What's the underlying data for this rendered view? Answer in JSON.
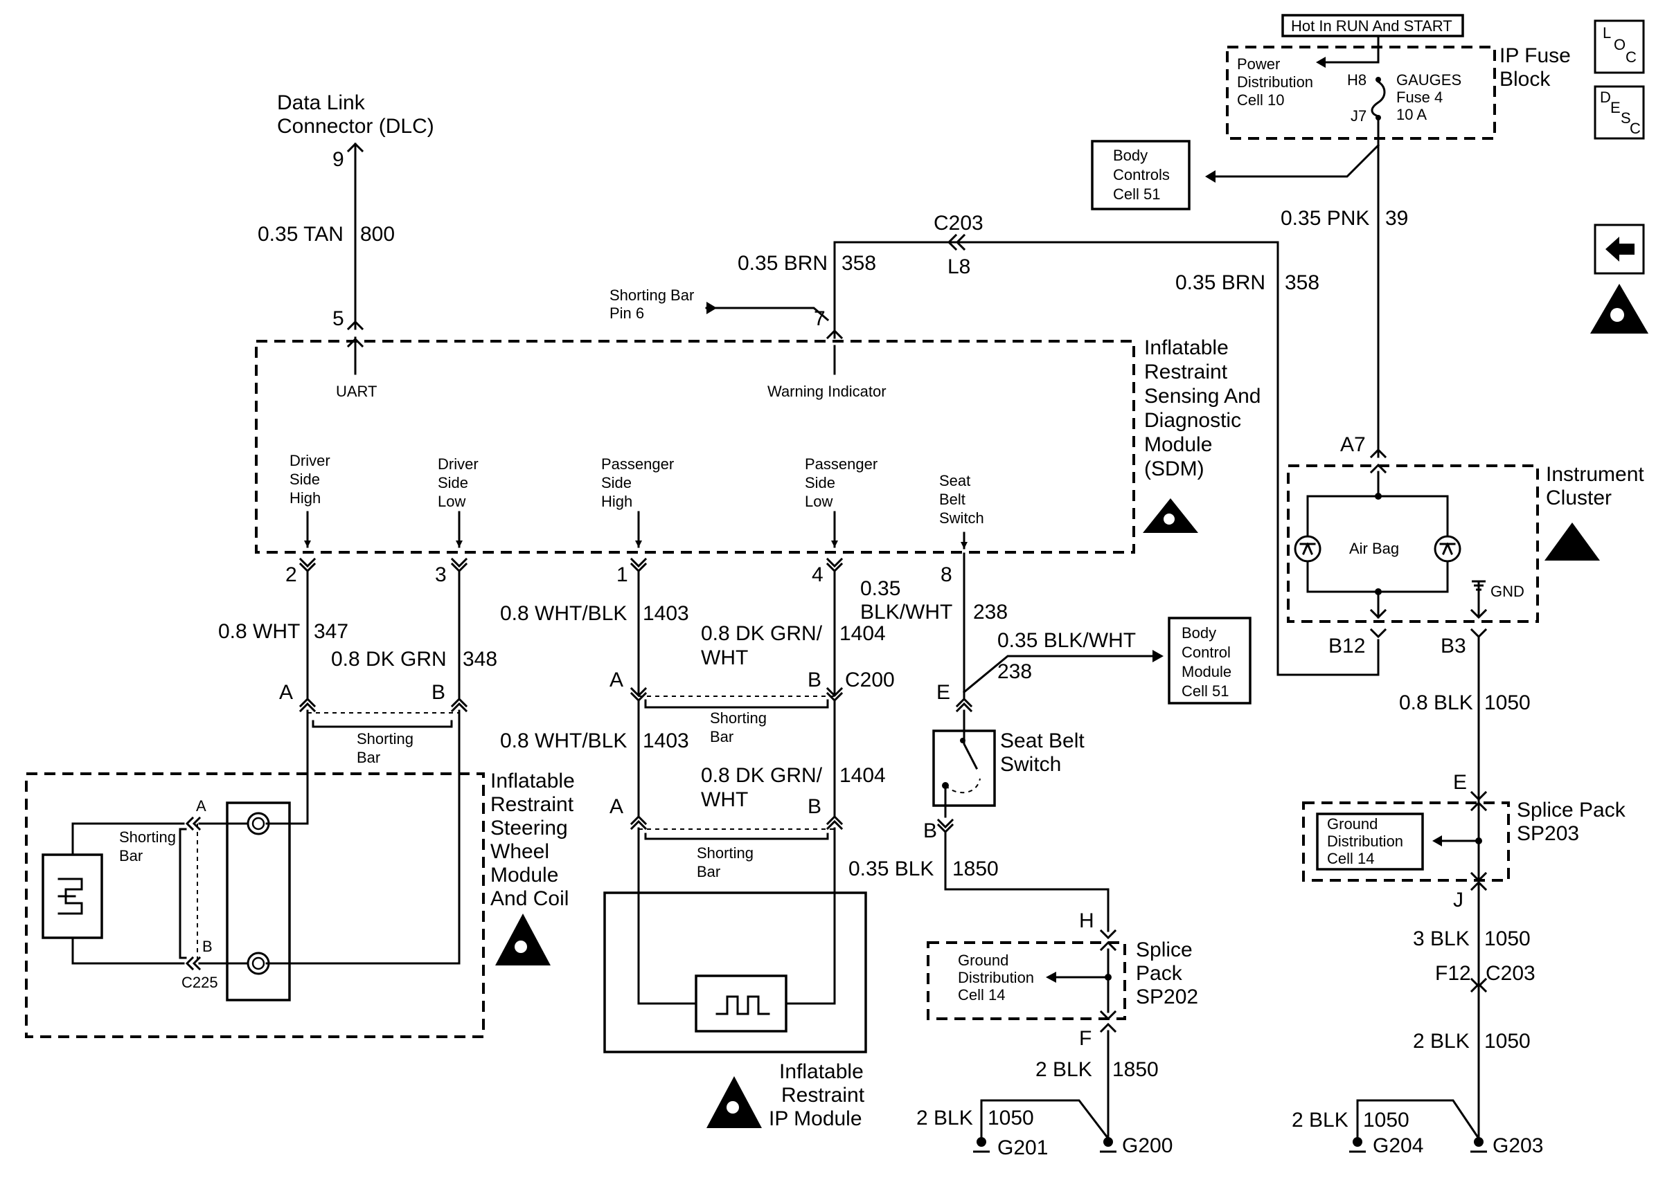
{
  "connectors": {
    "dlc": {
      "line1": "Data Link",
      "line2": "Connector (DLC)",
      "pin_top": "9",
      "pin_bottom": "5",
      "wire_gauge": "0.35 TAN",
      "wire_circuit": "800"
    },
    "uart_label": "UART",
    "warning_indicator_label": "Warning Indicator",
    "shorting_bar_pin": {
      "line1": "Shorting Bar",
      "line2": "Pin 6"
    },
    "pin7": "7",
    "c203_top": {
      "label": "C203",
      "pin": "L8"
    },
    "c200": "C200",
    "c225": "C225",
    "c203_bottom": {
      "pin": "F12",
      "label": "C203"
    }
  },
  "fuse_block": {
    "hot_label": "Hot In RUN And START",
    "power_dist": [
      "Power",
      "Distribution",
      "Cell 10"
    ],
    "h8": "H8",
    "j7": "J7",
    "fuse": [
      "GAUGES",
      "Fuse 4",
      "10 A"
    ],
    "title": [
      "IP Fuse",
      "Block"
    ]
  },
  "body_controls_top": [
    "Body",
    "Controls",
    "Cell 51"
  ],
  "body_control_module": [
    "Body",
    "Control",
    "Module",
    "Cell 51"
  ],
  "sdm": {
    "title": [
      "Inflatable",
      "Restraint",
      "Sensing And",
      "Diagnostic",
      "Module",
      "(SDM)"
    ],
    "driver_high": [
      "Driver",
      "Side",
      "High"
    ],
    "driver_low": [
      "Driver",
      "Side",
      "Low"
    ],
    "pass_high": [
      "Passenger",
      "Side",
      "High"
    ],
    "pass_low": [
      "Passenger",
      "Side",
      "Low"
    ],
    "seat_belt": [
      "Seat",
      "Belt",
      "Switch"
    ],
    "pins": {
      "p2": "2",
      "p3": "3",
      "p1": "1",
      "p4": "4",
      "p8": "8"
    }
  },
  "wires": {
    "pnk": {
      "gauge": "0.35 PNK",
      "circuit": "39"
    },
    "brn_left": {
      "gauge": "0.35 BRN",
      "circuit": "358"
    },
    "brn_right": {
      "gauge": "0.35 BRN",
      "circuit": "358"
    },
    "wht347": {
      "gauge": "0.8 WHT",
      "circuit": "347"
    },
    "dkgrn348": {
      "gauge": "0.8 DK GRN",
      "circuit": "348"
    },
    "whtblk1": {
      "gauge": "0.8 WHT/BLK",
      "circuit": "1403"
    },
    "dkgrnwht1": {
      "gauge1": "0.8 DK GRN/",
      "gauge2": "WHT",
      "circuit": "1404"
    },
    "whtblk2": {
      "gauge": "0.8 WHT/BLK",
      "circuit": "1403"
    },
    "dkgrnwht2": {
      "gauge1": "0.8 DK GRN/",
      "gauge2": "WHT",
      "circuit": "1404"
    },
    "blkwht238": {
      "gauge1": "0.35",
      "gauge2": "BLK/WHT",
      "circuit": "238"
    },
    "blkwht238b": {
      "gauge": "0.35 BLK/WHT",
      "circuit": "238"
    },
    "blk1850": {
      "gauge": "0.35 BLK",
      "circuit": "1850"
    },
    "blk1850b": {
      "gauge": "2 BLK",
      "circuit": "1850"
    },
    "blk1050g201": {
      "gauge": "2 BLK",
      "circuit": "1050"
    },
    "blk1050a": {
      "gauge": "0.8 BLK",
      "circuit": "1050"
    },
    "blk1050b": {
      "gauge": "3 BLK",
      "circuit": "1050"
    },
    "blk1050c": {
      "gauge": "2 BLK",
      "circuit": "1050"
    },
    "blk1050g204": {
      "gauge": "2 BLK",
      "circuit": "1050"
    }
  },
  "cluster": {
    "title": [
      "Instrument",
      "Cluster"
    ],
    "airbag": "Air Bag",
    "gnd": "GND",
    "a7": "A7",
    "b12": "B12",
    "b3": "B3"
  },
  "steering": {
    "title": [
      "Inflatable",
      "Restraint",
      "Steering",
      "Wheel",
      "Module",
      "And Coil"
    ],
    "shorting_bar": [
      "Shorting",
      "Bar"
    ],
    "a": "A",
    "b": "B",
    "conn_a": "A",
    "conn_b": "B",
    "shorting_bar2": [
      "Shorting",
      "Bar"
    ]
  },
  "ip_module": {
    "title": [
      "Inflatable",
      "Restraint",
      "IP Module"
    ],
    "conn_a1": "A",
    "conn_b1": "B",
    "conn_a2": "A",
    "conn_b2": "B",
    "shorting_bar1": [
      "Shorting",
      "Bar"
    ],
    "shorting_bar2": [
      "Shorting",
      "Bar"
    ]
  },
  "seat_belt_switch": {
    "title": [
      "Seat Belt",
      "Switch"
    ],
    "e": "E",
    "b": "B"
  },
  "sp202": {
    "title": [
      "Splice",
      "Pack",
      "SP202"
    ],
    "ground": [
      "Ground",
      "Distribution",
      "Cell 14"
    ],
    "h": "H",
    "f": "F"
  },
  "sp203": {
    "title": [
      "Splice Pack",
      "SP203"
    ],
    "ground": [
      "Ground",
      "Distribution",
      "Cell 14"
    ],
    "e": "E",
    "j": "J"
  },
  "grounds": {
    "g200": "G200",
    "g201": "G201",
    "g203": "G203",
    "g204": "G204"
  },
  "side_icons": {
    "loc": [
      "L",
      "O",
      "C"
    ],
    "desc": [
      "D",
      "E",
      "S",
      "C"
    ]
  }
}
